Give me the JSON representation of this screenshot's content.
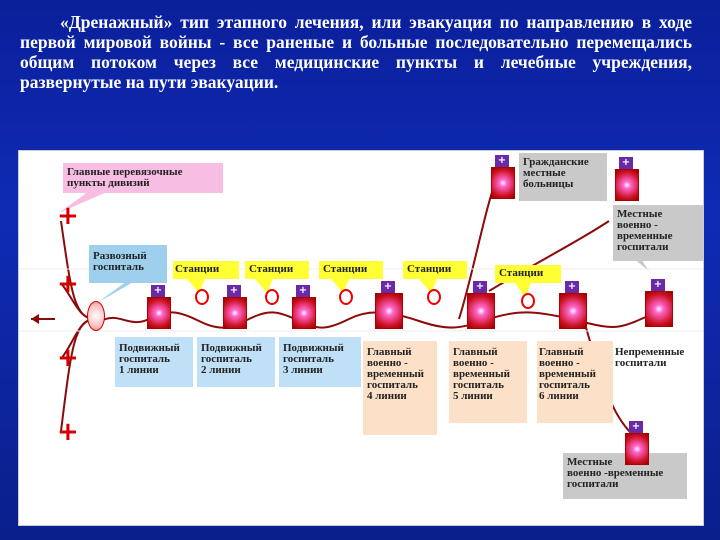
{
  "heading": "«Дренажный» тип этапного лечения, или эвакуация по направлению в ходе первой мировой войны - все раненые и больные последовательно перемещались общим потоком через все медицинские пункты и лечебные учреждения, развернутые на пути эвакуации.",
  "labels": {
    "dressing": "Главные перевязочные\nпункты дивизий",
    "civil": "Гражданские\nместные\nбольницы",
    "local_top": "Местные\nвоенно -\nвременные\nгоспитали",
    "transport": "Развозный\nгоспиталь",
    "station": "Станции",
    "mobile1": "Подвижный\nгоспиталь\n1 линии",
    "mobile2": "Подвижный\nгоспиталь\n2 линии",
    "mobile3": "Подвижный\nгоспиталь\n3 линии",
    "main4": "Главный\nвоенно -\nвременный\nгоспиталь\n4 линии",
    "main5": "Главный\nвоенно -\nвременный\nгоспиталь\n5 линии",
    "main6": "Главный\nвоенно -\nвременный\nгоспиталь\n6 линии",
    "permanent": "Непременные\nгоспитали",
    "local_bottom": "Местные\nвоенно -временные\nгоспитали"
  },
  "icons": {
    "cross": "+",
    "roof": "+"
  },
  "colors": {
    "background": "#0f2bb5",
    "path": "#8b0a0a",
    "cross": "#d40000"
  }
}
